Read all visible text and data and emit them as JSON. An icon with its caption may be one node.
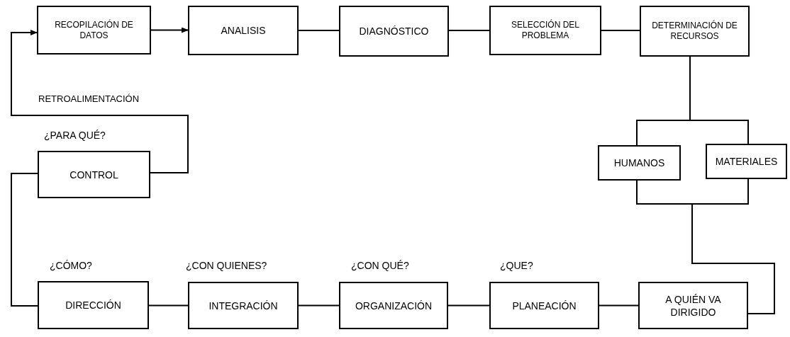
{
  "diagram": {
    "nodes": [
      {
        "text": [
          "RECOPILACIÓN DE DATOS"
        ]
      },
      {
        "text": [
          "ANALISIS"
        ]
      },
      {
        "text": [
          "DIAGNÓSTICO"
        ]
      },
      {
        "text": [
          "SELECCIÓN DEL PROBLEMA"
        ]
      },
      {
        "text": [
          "DETERMINACIÓN DE RECURSOS"
        ]
      },
      {
        "text": [
          "HUMANOS"
        ]
      },
      {
        "text": [
          "MATERIALES"
        ]
      },
      {
        "text": [
          "CONTROL"
        ],
        "beside": [
          "¿PARA QUÉ?"
        ]
      },
      {
        "text": [
          "DIRECCIÓN"
        ],
        "beside": [
          "¿CÓMO?"
        ]
      },
      {
        "text": [
          "INTEGRACIÓN"
        ],
        "beside": [
          "¿CON QUIENES?"
        ]
      },
      {
        "text": [
          "ORGANIZACIÓN"
        ],
        "beside": [
          "¿CON QUÉ?"
        ]
      },
      {
        "text": [
          "PLANEACIÓN"
        ],
        "beside": [
          "¿QUE?"
        ]
      },
      {
        "text": [
          "A QUIÉN VA DIRIGIDO"
        ]
      }
    ],
    "edges": [
      {
        "from": 0,
        "to": 1,
        "arrow": "to"
      },
      {
        "from": 1,
        "to": 2,
        "arrow": "none"
      },
      {
        "from": 2,
        "to": 3,
        "arrow": "none"
      },
      {
        "from": 3,
        "to": 4,
        "arrow": "none"
      },
      {
        "from": 4,
        "to": 5,
        "arrow": "none"
      },
      {
        "from": 4,
        "to": 6,
        "arrow": "none"
      },
      {
        "from": 5,
        "to": 12,
        "arrow": "none"
      },
      {
        "from": 6,
        "to": 12,
        "arrow": "none"
      },
      {
        "from": 12,
        "to": 11,
        "arrow": "none"
      },
      {
        "from": 11,
        "to": 10,
        "arrow": "none"
      },
      {
        "from": 10,
        "to": 9,
        "arrow": "none"
      },
      {
        "from": 9,
        "to": 8,
        "arrow": "none"
      },
      {
        "from": 8,
        "to": 7,
        "arrow": "none"
      },
      {
        "from": 7,
        "to": 0,
        "arrow": "to",
        "label": "RETROALIMENTACIÓN"
      }
    ]
  }
}
